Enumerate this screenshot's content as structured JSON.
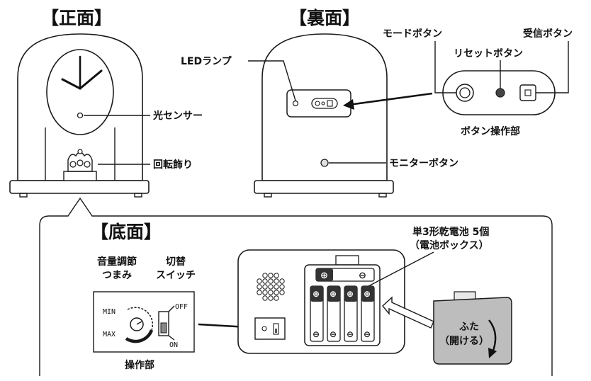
{
  "front": {
    "title": "【正面】",
    "light_sensor": "光センサー",
    "rotating_ornament": "回転飾り"
  },
  "back": {
    "title": "【裏面】",
    "led_lamp": "LEDランプ",
    "mode_button": "モードボタン",
    "reset_button": "リセットボタン",
    "receive_button": "受信ボタン",
    "button_panel": "ボタン操作部",
    "monitor_button": "モニターボタン"
  },
  "bottom": {
    "title": "【底面】",
    "volume_knob_line1": "音量調節",
    "volume_knob_line2": "つまみ",
    "switch_line1": "切替",
    "switch_line2": "スイッチ",
    "min": "MIN",
    "max": "MAX",
    "off": "OFF",
    "on": "ON",
    "control_panel": "操作部",
    "battery_line1": "単3形乾電池 5個",
    "battery_line2": "（電池ボックス）",
    "lid_line1": "ふた",
    "lid_line2": "（開ける）"
  },
  "colors": {
    "outline": "#1a1a1a",
    "lid_fill": "#bdbdbd",
    "arrow_fill": "#ffffff"
  }
}
